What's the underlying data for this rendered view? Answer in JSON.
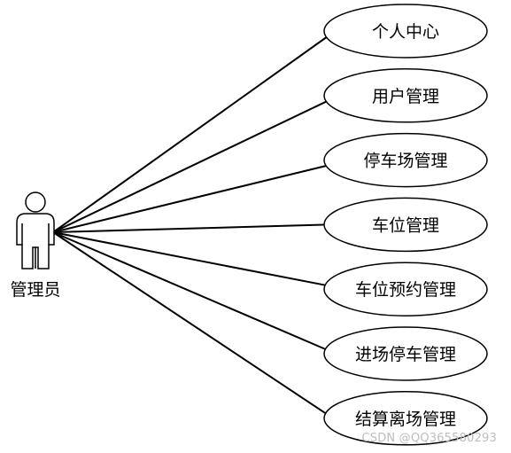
{
  "actor": {
    "label": "管理员"
  },
  "use_cases": [
    {
      "label": "个人中心"
    },
    {
      "label": "用户管理"
    },
    {
      "label": "停车场管理"
    },
    {
      "label": "车位管理"
    },
    {
      "label": "车位预约管理"
    },
    {
      "label": "进场停车管理"
    },
    {
      "label": "结算离场管理"
    }
  ],
  "watermark": {
    "text": "CSDN @QQ365580293"
  }
}
